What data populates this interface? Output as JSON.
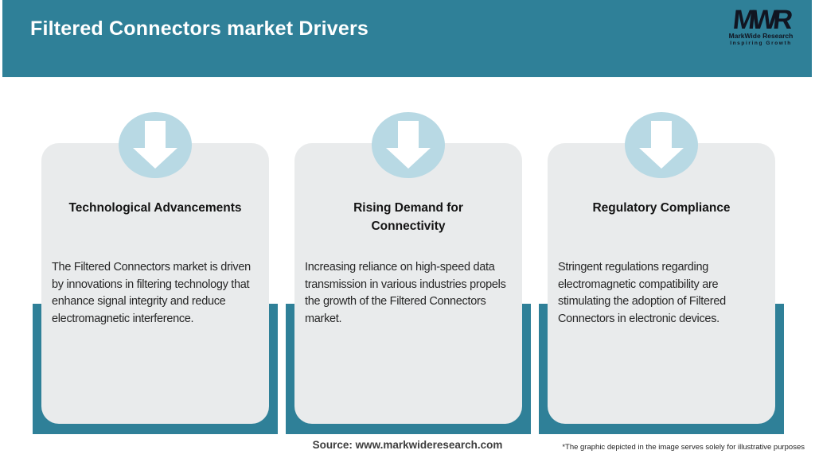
{
  "header": {
    "title": "Filtered Connectors market Drivers",
    "logo": {
      "monogram": "MWR",
      "name": "MarkWide Research",
      "tagline": "Inspiring Growth"
    }
  },
  "cards": [
    {
      "icon": "down-arrow-icon",
      "title": "Technological Advancements",
      "description": "The Filtered Connectors market is driven by innovations in filtering technology that enhance signal integrity and reduce electromagnetic interference."
    },
    {
      "icon": "down-arrow-icon",
      "title": "Rising Demand for Connectivity",
      "description": "Increasing reliance on high-speed data transmission in various industries propels the growth of the Filtered Connectors market."
    },
    {
      "icon": "down-arrow-icon",
      "title": "Regulatory Compliance",
      "description": "Stringent regulations regarding electromagnetic compatibility are stimulating the adoption of Filtered Connectors in electronic devices."
    }
  ],
  "footer": {
    "source": "Source: www.markwideresearch.com",
    "disclaimer": "*The graphic depicted in the image serves solely for illustrative purposes"
  },
  "colors": {
    "teal": "#2F8098",
    "circle_blue": "#B8D9E4",
    "card_background": "#E9EBEC",
    "logo_dark": "#111521",
    "title_text": "#FFFFFF"
  }
}
